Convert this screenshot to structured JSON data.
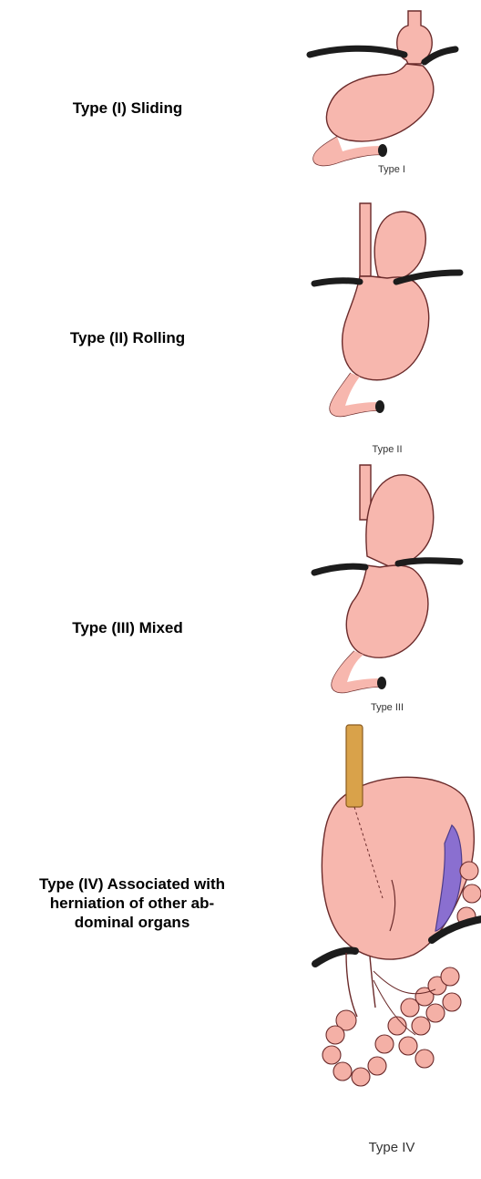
{
  "rows": [
    {
      "label": "Type (I) Sliding",
      "caption": "Type I"
    },
    {
      "label": "Type (II) Rolling",
      "caption": "Type II"
    },
    {
      "label": "Type (III) Mixed",
      "caption": "Type III"
    },
    {
      "label": "Type (IV) Associated with\nherniation of other ab-\ndominal organs",
      "caption": "Type IV"
    }
  ],
  "colors": {
    "stomach": "#f7b7ae",
    "stomach_dark": "#e8968c",
    "outline": "#6b2b2b",
    "diaphragm": "#1c1c1c",
    "tube": "#d9a24a",
    "organ_purple": "#8a6fd0",
    "bowel": "#f4b0a6"
  }
}
